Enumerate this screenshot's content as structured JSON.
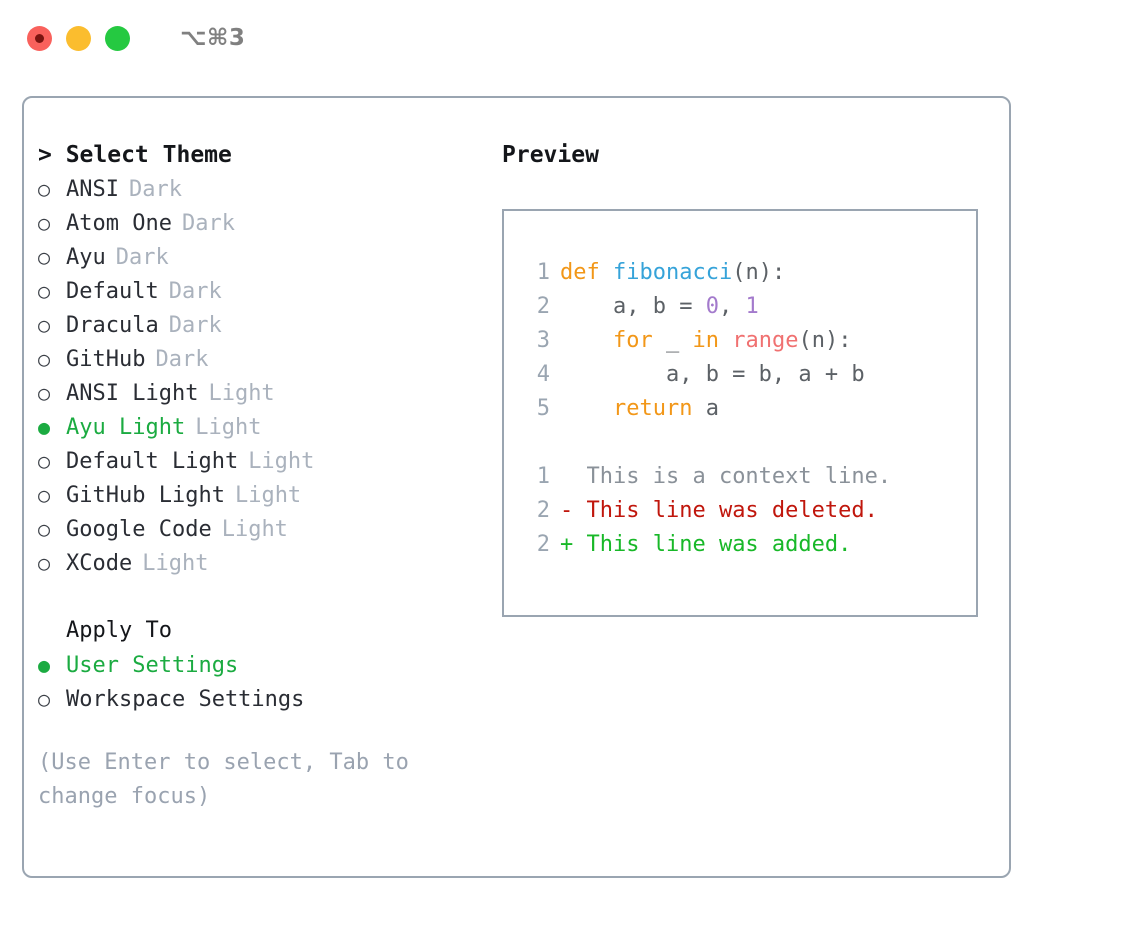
{
  "titlebar": {
    "shortcut": "⌥⌘3",
    "lights": [
      {
        "name": "close-button",
        "color": "#f9615c"
      },
      {
        "name": "minimize-button",
        "color": "#fbbd2e"
      },
      {
        "name": "maximize-button",
        "color": "#25c941"
      }
    ]
  },
  "theme_picker": {
    "heading": "> Select Theme",
    "marker_unselected": "○",
    "marker_selected": "●",
    "items": [
      {
        "name": "ANSI",
        "tag": "Dark",
        "selected": false
      },
      {
        "name": "Atom One",
        "tag": "Dark",
        "selected": false
      },
      {
        "name": "Ayu",
        "tag": "Dark",
        "selected": false
      },
      {
        "name": "Default",
        "tag": "Dark",
        "selected": false
      },
      {
        "name": "Dracula",
        "tag": "Dark",
        "selected": false
      },
      {
        "name": "GitHub",
        "tag": "Dark",
        "selected": false
      },
      {
        "name": "ANSI Light",
        "tag": "Light",
        "selected": false
      },
      {
        "name": "Ayu Light",
        "tag": "Light",
        "selected": true
      },
      {
        "name": "Default Light",
        "tag": "Light",
        "selected": false
      },
      {
        "name": "GitHub Light",
        "tag": "Light",
        "selected": false
      },
      {
        "name": "Google Code",
        "tag": "Light",
        "selected": false
      },
      {
        "name": "XCode",
        "tag": "Light",
        "selected": false
      }
    ]
  },
  "apply_to": {
    "heading": "Apply To",
    "options": [
      {
        "label": "User Settings",
        "selected": true
      },
      {
        "label": "Workspace Settings",
        "selected": false
      }
    ]
  },
  "hint": "(Use Enter to select, Tab to change focus)",
  "preview": {
    "title": "Preview",
    "code_lines": [
      {
        "lineno": "1",
        "tokens": [
          {
            "text": "def ",
            "cls": "tok-kw"
          },
          {
            "text": "fibonacci",
            "cls": "tok-fn"
          },
          {
            "text": "(n):",
            "cls": "tok-punct"
          }
        ]
      },
      {
        "lineno": "2",
        "tokens": [
          {
            "text": "    a, b = ",
            "cls": "tok-plain"
          },
          {
            "text": "0",
            "cls": "tok-num"
          },
          {
            "text": ", ",
            "cls": "tok-plain"
          },
          {
            "text": "1",
            "cls": "tok-num"
          }
        ]
      },
      {
        "lineno": "3",
        "tokens": [
          {
            "text": "    for ",
            "cls": "tok-kw"
          },
          {
            "text": "_ ",
            "cls": "tok-plain"
          },
          {
            "text": "in ",
            "cls": "tok-kw"
          },
          {
            "text": "range",
            "cls": "tok-call"
          },
          {
            "text": "(n):",
            "cls": "tok-punct"
          }
        ]
      },
      {
        "lineno": "4",
        "tokens": [
          {
            "text": "        a, b = b, a + b",
            "cls": "tok-plain"
          }
        ]
      },
      {
        "lineno": "5",
        "tokens": [
          {
            "text": "    return ",
            "cls": "tok-kw"
          },
          {
            "text": "a",
            "cls": "tok-plain"
          }
        ]
      }
    ],
    "diff_lines": [
      {
        "lineno": "1",
        "marker": " ",
        "text": " This is a context line.",
        "cls": "diff-ctx"
      },
      {
        "lineno": "2",
        "marker": "-",
        "text": " This line was deleted.",
        "cls": "diff-del"
      },
      {
        "lineno": "2",
        "marker": "+",
        "text": " This line was added.",
        "cls": "diff-add"
      }
    ]
  }
}
